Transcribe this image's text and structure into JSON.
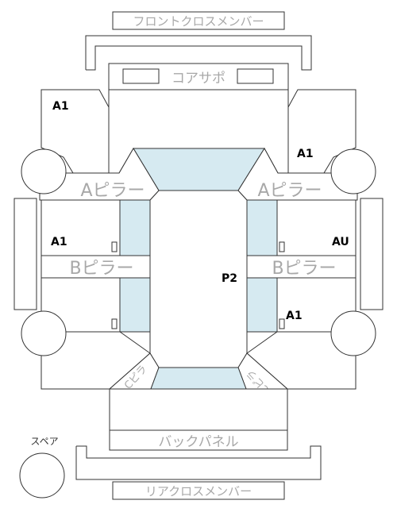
{
  "labels": {
    "front_cross_member": "フロントクロスメンバー",
    "core_support": "コアサポ",
    "a_pillar_left": "Aピラー",
    "a_pillar_right": "Aピラー",
    "b_pillar_left": "Bピラー",
    "b_pillar_right": "Bピラー",
    "c_pillar_left": "Cピラ",
    "c_pillar_right": "Cピラ",
    "back_panel": "バックパネル",
    "rear_cross_member": "リアクロスメンバー",
    "spare": "スペア"
  },
  "codes": {
    "front_left_fender": "A1",
    "front_right_fender": "A1",
    "front_left_door": "A1",
    "front_right_door": "AU",
    "roof": "P2",
    "rear_right_door": "A1"
  },
  "colors": {
    "line": "#333333",
    "label": "#a8a8a8",
    "glass": "#d6eaf1",
    "code": "#000000"
  }
}
